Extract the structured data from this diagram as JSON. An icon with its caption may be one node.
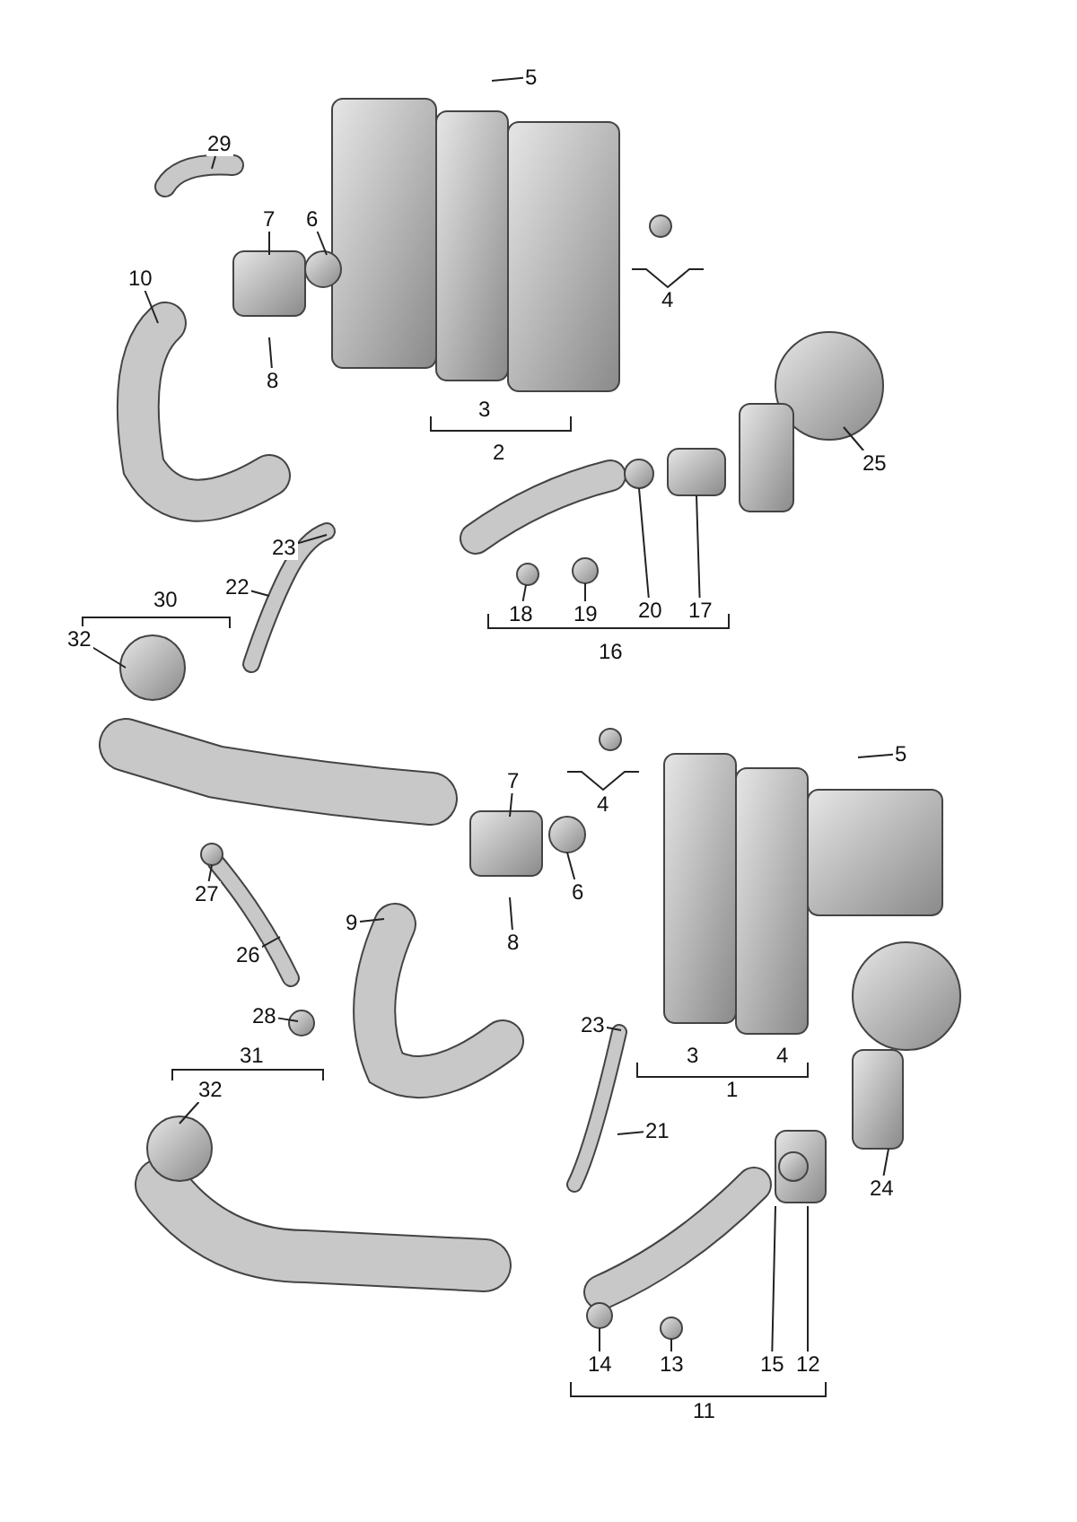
{
  "diagram": {
    "nodes": [
      {
        "text": [
          "5"
        ]
      },
      {
        "text": [
          "29"
        ]
      },
      {
        "text": [
          "7"
        ]
      },
      {
        "text": [
          "6"
        ]
      },
      {
        "text": [
          "10"
        ]
      },
      {
        "text": [
          "8"
        ]
      },
      {
        "text": [
          "25"
        ]
      },
      {
        "text": [
          "23"
        ]
      },
      {
        "text": [
          "22"
        ]
      },
      {
        "text": [
          "20"
        ]
      },
      {
        "text": [
          "17"
        ]
      },
      {
        "text": [
          "18"
        ]
      },
      {
        "text": [
          "19"
        ]
      },
      {
        "text": [
          "32"
        ]
      },
      {
        "text": [
          "5"
        ]
      },
      {
        "text": [
          "7"
        ]
      },
      {
        "text": [
          "6"
        ]
      },
      {
        "text": [
          "27"
        ]
      },
      {
        "text": [
          "9"
        ]
      },
      {
        "text": [
          "8"
        ]
      },
      {
        "text": [
          "26"
        ]
      },
      {
        "text": [
          "28"
        ]
      },
      {
        "text": [
          "23"
        ]
      },
      {
        "text": [
          "21"
        ]
      },
      {
        "text": [
          "24"
        ]
      },
      {
        "text": [
          "32"
        ]
      },
      {
        "text": [
          "14"
        ]
      },
      {
        "text": [
          "13"
        ]
      },
      {
        "text": [
          "15"
        ]
      },
      {
        "text": [
          "12"
        ]
      }
    ],
    "edges": [
      {
        "from": 0,
        "to": null,
        "arrow": "none"
      },
      {
        "from": 1,
        "to": null,
        "arrow": "none"
      },
      {
        "from": 2,
        "to": null,
        "arrow": "none"
      },
      {
        "from": 3,
        "to": null,
        "arrow": "none"
      },
      {
        "from": 4,
        "to": null,
        "arrow": "none"
      },
      {
        "from": 5,
        "to": null,
        "arrow": "none"
      },
      {
        "from": 6,
        "to": null,
        "arrow": "none"
      },
      {
        "from": 7,
        "to": null,
        "arrow": "none"
      },
      {
        "from": 8,
        "to": null,
        "arrow": "none"
      },
      {
        "from": 9,
        "to": null,
        "arrow": "none"
      },
      {
        "from": 10,
        "to": null,
        "arrow": "none"
      },
      {
        "from": 11,
        "to": null,
        "arrow": "none"
      },
      {
        "from": 12,
        "to": null,
        "arrow": "none"
      },
      {
        "from": 13,
        "to": null,
        "arrow": "none"
      },
      {
        "from": 14,
        "to": null,
        "arrow": "none"
      },
      {
        "from": 15,
        "to": null,
        "arrow": "none"
      },
      {
        "from": 16,
        "to": null,
        "arrow": "none"
      },
      {
        "from": 17,
        "to": null,
        "arrow": "none"
      },
      {
        "from": 18,
        "to": null,
        "arrow": "none"
      },
      {
        "from": 19,
        "to": null,
        "arrow": "none"
      },
      {
        "from": 20,
        "to": null,
        "arrow": "none"
      },
      {
        "from": 21,
        "to": null,
        "arrow": "none"
      },
      {
        "from": 22,
        "to": null,
        "arrow": "none"
      },
      {
        "from": 23,
        "to": null,
        "arrow": "none"
      },
      {
        "from": 24,
        "to": null,
        "arrow": "none"
      },
      {
        "from": 25,
        "to": null,
        "arrow": "none"
      },
      {
        "from": 26,
        "to": null,
        "arrow": "none"
      },
      {
        "from": 27,
        "to": null,
        "arrow": "none"
      },
      {
        "from": 28,
        "to": null,
        "arrow": "none"
      },
      {
        "from": 29,
        "to": null,
        "arrow": "none"
      }
    ],
    "labels": [
      "4",
      "3",
      "2",
      "16",
      "30",
      "4",
      "3",
      "4",
      "1",
      "31",
      "11"
    ]
  }
}
